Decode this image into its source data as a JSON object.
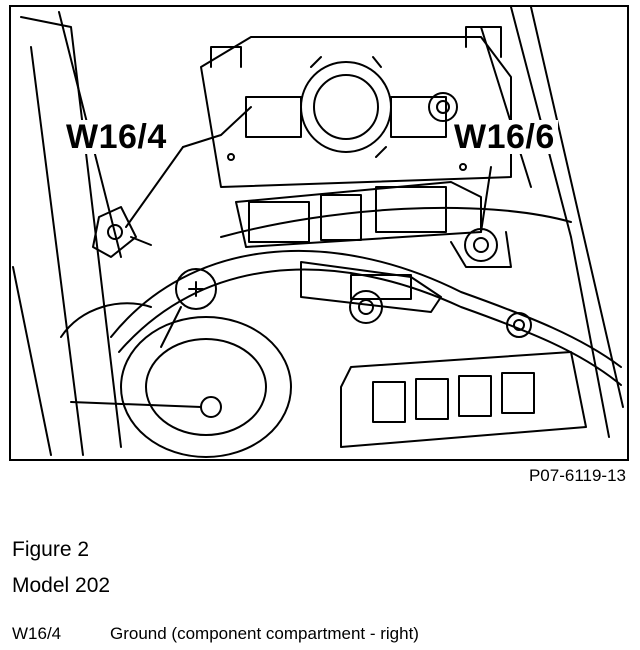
{
  "diagram": {
    "callouts": {
      "left": "W16/4",
      "right": "W16/6"
    },
    "reference_code": "P07-6119-13"
  },
  "caption": {
    "figure": "Figure 2",
    "model": "Model 202"
  },
  "legend": [
    {
      "code": "W16/4",
      "description": "Ground (component compartment - right)"
    }
  ]
}
